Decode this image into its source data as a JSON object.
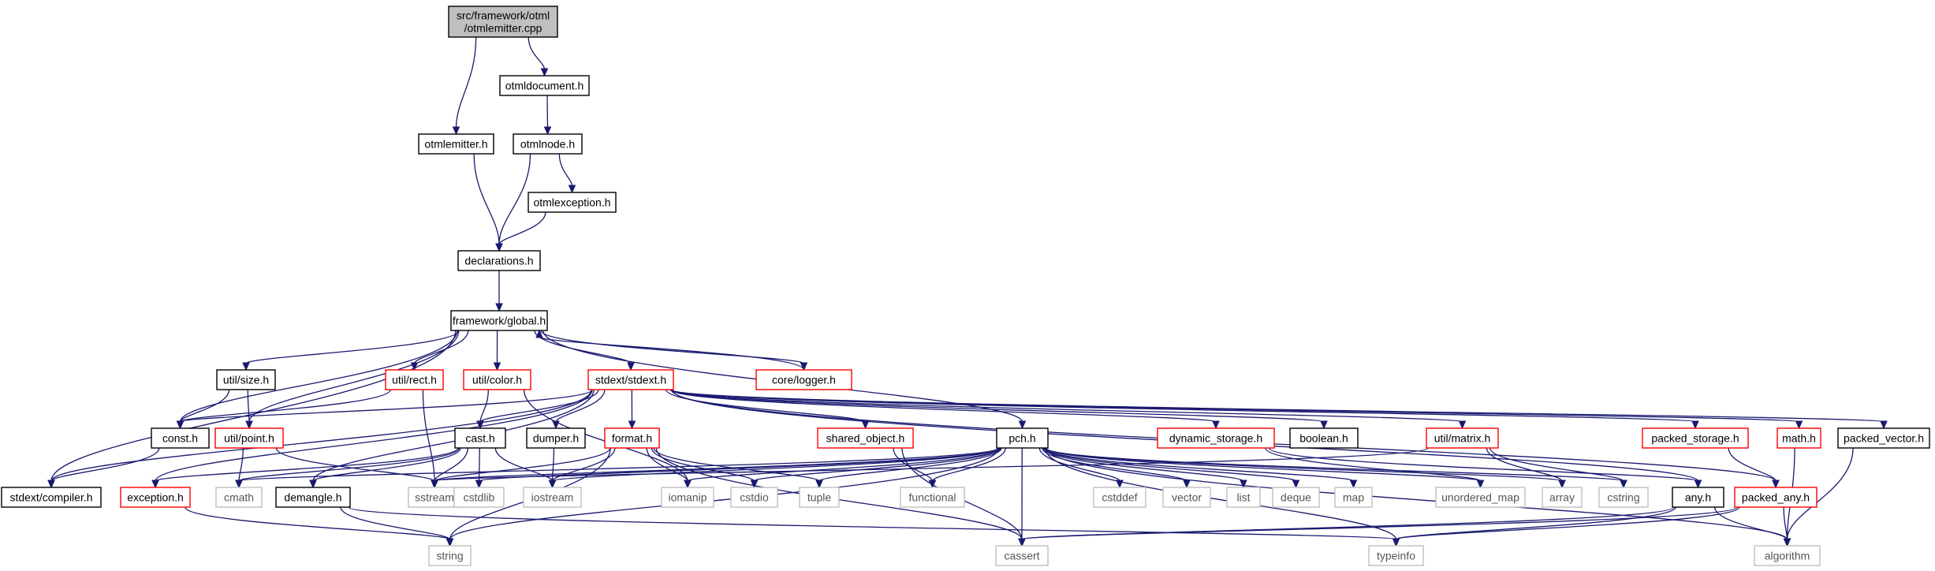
{
  "colors": {
    "edge": "#191970",
    "node_documented": "#000000",
    "node_incomplete": "#ff0000",
    "node_external": "#bfbfbf",
    "root_fill": "#bfbfbf",
    "node_fill": "#ffffff",
    "text": "#000000",
    "external_text": "#555555"
  },
  "nodes": [
    {
      "id": "root",
      "label": "src/framework/otml\n/otmlemitter.cpp",
      "kind": "root"
    },
    {
      "id": "otmldocument",
      "label": "otmldocument.h",
      "kind": "doc"
    },
    {
      "id": "otmlemitter",
      "label": "otmlemitter.h",
      "kind": "doc"
    },
    {
      "id": "otmlnode",
      "label": "otmlnode.h",
      "kind": "doc"
    },
    {
      "id": "otmlexception",
      "label": "otmlexception.h",
      "kind": "doc"
    },
    {
      "id": "declarations",
      "label": "declarations.h",
      "kind": "doc"
    },
    {
      "id": "global",
      "label": "framework/global.h",
      "kind": "doc"
    },
    {
      "id": "size",
      "label": "util/size.h",
      "kind": "doc"
    },
    {
      "id": "rect",
      "label": "util/rect.h",
      "kind": "red"
    },
    {
      "id": "color",
      "label": "util/color.h",
      "kind": "red"
    },
    {
      "id": "stdext",
      "label": "stdext/stdext.h",
      "kind": "red"
    },
    {
      "id": "logger",
      "label": "core/logger.h",
      "kind": "red"
    },
    {
      "id": "const",
      "label": "const.h",
      "kind": "doc"
    },
    {
      "id": "point",
      "label": "util/point.h",
      "kind": "red"
    },
    {
      "id": "cast",
      "label": "cast.h",
      "kind": "doc"
    },
    {
      "id": "dumper",
      "label": "dumper.h",
      "kind": "doc"
    },
    {
      "id": "format",
      "label": "format.h",
      "kind": "red"
    },
    {
      "id": "shared_object",
      "label": "shared_object.h",
      "kind": "red"
    },
    {
      "id": "pch",
      "label": "pch.h",
      "kind": "doc"
    },
    {
      "id": "dynamic_storage",
      "label": "dynamic_storage.h",
      "kind": "red"
    },
    {
      "id": "boolean",
      "label": "boolean.h",
      "kind": "doc"
    },
    {
      "id": "matrix",
      "label": "util/matrix.h",
      "kind": "red"
    },
    {
      "id": "packed_storage",
      "label": "packed_storage.h",
      "kind": "red"
    },
    {
      "id": "math",
      "label": "math.h",
      "kind": "red"
    },
    {
      "id": "packed_vector",
      "label": "packed_vector.h",
      "kind": "doc"
    },
    {
      "id": "compiler",
      "label": "stdext/compiler.h",
      "kind": "doc"
    },
    {
      "id": "exception",
      "label": "exception.h",
      "kind": "red"
    },
    {
      "id": "cmath",
      "label": "cmath",
      "kind": "ext"
    },
    {
      "id": "demangle",
      "label": "demangle.h",
      "kind": "doc"
    },
    {
      "id": "sstream",
      "label": "sstream",
      "kind": "ext"
    },
    {
      "id": "cstdlib",
      "label": "cstdlib",
      "kind": "ext"
    },
    {
      "id": "iostream",
      "label": "iostream",
      "kind": "ext"
    },
    {
      "id": "iomanip",
      "label": "iomanip",
      "kind": "ext"
    },
    {
      "id": "cstdio",
      "label": "cstdio",
      "kind": "ext"
    },
    {
      "id": "tuple",
      "label": "tuple",
      "kind": "ext"
    },
    {
      "id": "functional",
      "label": "functional",
      "kind": "ext"
    },
    {
      "id": "cstddef",
      "label": "cstddef",
      "kind": "ext"
    },
    {
      "id": "vector",
      "label": "vector",
      "kind": "ext"
    },
    {
      "id": "list",
      "label": "list",
      "kind": "ext"
    },
    {
      "id": "deque",
      "label": "deque",
      "kind": "ext"
    },
    {
      "id": "map",
      "label": "map",
      "kind": "ext"
    },
    {
      "id": "unordered_map",
      "label": "unordered_map",
      "kind": "ext"
    },
    {
      "id": "array",
      "label": "array",
      "kind": "ext"
    },
    {
      "id": "cstring",
      "label": "cstring",
      "kind": "ext"
    },
    {
      "id": "any",
      "label": "any.h",
      "kind": "doc"
    },
    {
      "id": "packed_any",
      "label": "packed_any.h",
      "kind": "red"
    },
    {
      "id": "string",
      "label": "string",
      "kind": "ext"
    },
    {
      "id": "cassert",
      "label": "cassert",
      "kind": "ext"
    },
    {
      "id": "typeinfo",
      "label": "typeinfo",
      "kind": "ext"
    },
    {
      "id": "algorithm",
      "label": "algorithm",
      "kind": "ext"
    }
  ],
  "edges": [
    [
      "root",
      "otmldocument"
    ],
    [
      "root",
      "otmlemitter"
    ],
    [
      "otmldocument",
      "otmlnode"
    ],
    [
      "otmlemitter",
      "declarations"
    ],
    [
      "otmlnode",
      "otmlexception"
    ],
    [
      "otmlnode",
      "declarations"
    ],
    [
      "otmlexception",
      "declarations"
    ],
    [
      "declarations",
      "global"
    ],
    [
      "global",
      "size"
    ],
    [
      "global",
      "rect"
    ],
    [
      "global",
      "color"
    ],
    [
      "global",
      "stdext"
    ],
    [
      "global",
      "logger"
    ],
    [
      "global",
      "const"
    ],
    [
      "global",
      "point"
    ],
    [
      "global",
      "compiler"
    ],
    [
      "global",
      "pch"
    ],
    [
      "logger",
      "global"
    ],
    [
      "size",
      "const"
    ],
    [
      "size",
      "point"
    ],
    [
      "rect",
      "const"
    ],
    [
      "rect",
      "sstream"
    ],
    [
      "color",
      "cast"
    ],
    [
      "color",
      "iomanip"
    ],
    [
      "const",
      "compiler"
    ],
    [
      "point",
      "cmath"
    ],
    [
      "point",
      "sstream"
    ],
    [
      "stdext",
      "compiler"
    ],
    [
      "stdext",
      "exception"
    ],
    [
      "stdext",
      "demangle"
    ],
    [
      "stdext",
      "cast"
    ],
    [
      "stdext",
      "dumper"
    ],
    [
      "stdext",
      "format"
    ],
    [
      "stdext",
      "shared_object"
    ],
    [
      "stdext",
      "dynamic_storage"
    ],
    [
      "stdext",
      "boolean"
    ],
    [
      "stdext",
      "packed_storage"
    ],
    [
      "stdext",
      "math"
    ],
    [
      "stdext",
      "packed_vector"
    ],
    [
      "stdext",
      "const"
    ],
    [
      "stdext",
      "any"
    ],
    [
      "stdext",
      "packed_any"
    ],
    [
      "stdext",
      "matrix"
    ],
    [
      "cast",
      "demangle"
    ],
    [
      "cast",
      "exception"
    ],
    [
      "cast",
      "cstdlib"
    ],
    [
      "cast",
      "sstream"
    ],
    [
      "cast",
      "iostream"
    ],
    [
      "cast",
      "cmath"
    ],
    [
      "dumper",
      "iostream"
    ],
    [
      "format",
      "string"
    ],
    [
      "format",
      "tuple"
    ],
    [
      "format",
      "sstream"
    ],
    [
      "format",
      "iostream"
    ],
    [
      "format",
      "iomanip"
    ],
    [
      "format",
      "cstdio"
    ],
    [
      "format",
      "cassert"
    ],
    [
      "shared_object",
      "cassert"
    ],
    [
      "shared_object",
      "functional"
    ],
    [
      "pch",
      "cmath"
    ],
    [
      "pch",
      "cstdlib"
    ],
    [
      "pch",
      "sstream"
    ],
    [
      "pch",
      "iostream"
    ],
    [
      "pch",
      "iomanip"
    ],
    [
      "pch",
      "cstdio"
    ],
    [
      "pch",
      "tuple"
    ],
    [
      "pch",
      "functional"
    ],
    [
      "pch",
      "cstddef"
    ],
    [
      "pch",
      "vector"
    ],
    [
      "pch",
      "list"
    ],
    [
      "pch",
      "deque"
    ],
    [
      "pch",
      "map"
    ],
    [
      "pch",
      "unordered_map"
    ],
    [
      "pch",
      "array"
    ],
    [
      "pch",
      "cstring"
    ],
    [
      "pch",
      "string"
    ],
    [
      "pch",
      "cassert"
    ],
    [
      "pch",
      "typeinfo"
    ],
    [
      "pch",
      "algorithm"
    ],
    [
      "dynamic_storage",
      "any"
    ],
    [
      "dynamic_storage",
      "unordered_map"
    ],
    [
      "matrix",
      "array"
    ],
    [
      "matrix",
      "cstring"
    ],
    [
      "matrix",
      "sstream"
    ],
    [
      "packed_storage",
      "packed_any"
    ],
    [
      "math",
      "algorithm"
    ],
    [
      "packed_vector",
      "algorithm"
    ],
    [
      "exception",
      "string"
    ],
    [
      "demangle",
      "string"
    ],
    [
      "demangle",
      "typeinfo"
    ],
    [
      "any",
      "algorithm"
    ],
    [
      "any",
      "cassert"
    ],
    [
      "any",
      "typeinfo"
    ],
    [
      "packed_any",
      "algorithm"
    ],
    [
      "packed_any",
      "cassert"
    ],
    [
      "packed_any",
      "typeinfo"
    ]
  ]
}
